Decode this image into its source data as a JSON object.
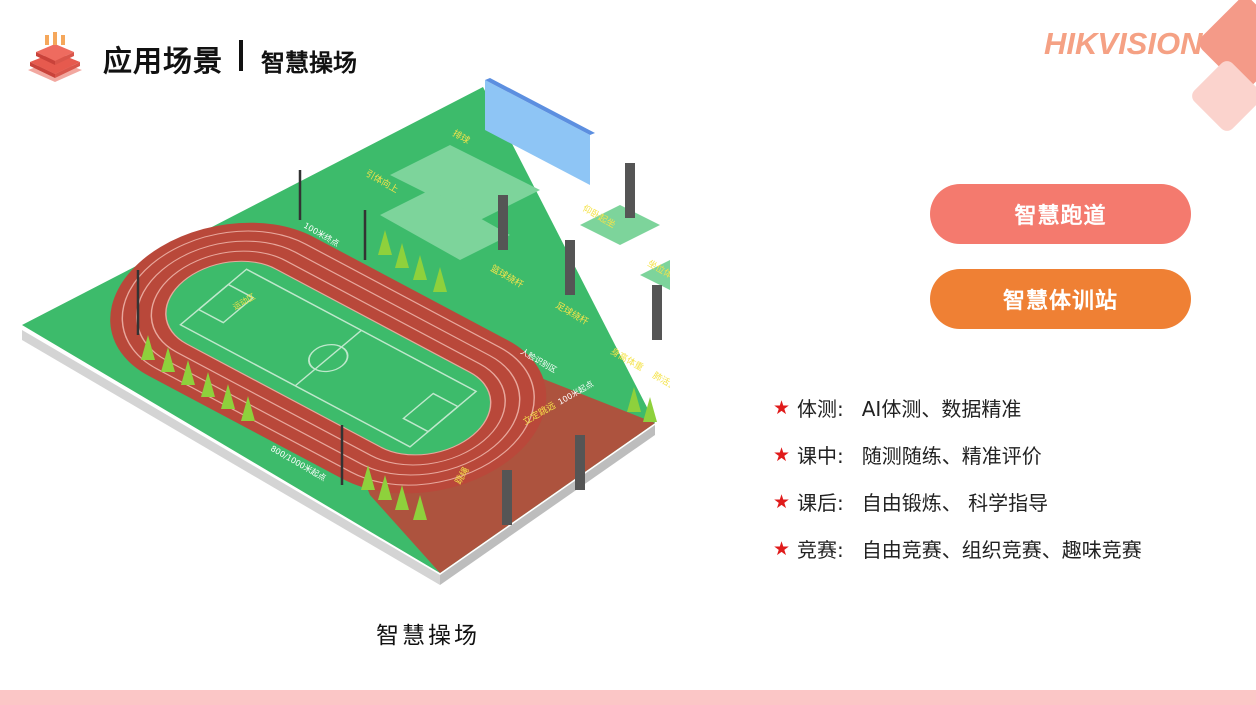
{
  "header": {
    "title": "应用场景",
    "subtitle": "智慧操场"
  },
  "brand": {
    "name": "HIKVISION",
    "color": "#f5a184"
  },
  "scene": {
    "labels": {
      "pullup": "引体向上",
      "tennis": "排球",
      "situp": "仰卧起坐",
      "sitreach": "坐位体前屈",
      "ropeskip": "跳绳",
      "basketball": "篮球绕杆",
      "football": "足球绕杆",
      "height": "身高体重",
      "vital": "肺活量",
      "finish100": "100米终点",
      "start100": "100米起点",
      "start800": "800/1000米起点",
      "jump": "立定跳远",
      "ropeskip2": "跳绳",
      "zone": "人脸识别区",
      "track": "运动区"
    }
  },
  "buttons": {
    "smart_track": "智慧跑道",
    "smart_station": "智慧体训站"
  },
  "features": [
    {
      "label": "体测:",
      "value": "AI体测、数据精准"
    },
    {
      "label": "课中:",
      "value": "随测随练、精准评价"
    },
    {
      "label": "课后:",
      "value": "自由锻炼、 科学指导"
    },
    {
      "label": "竞赛:",
      "value": "自由竞赛、组织竞赛、趣味竞赛"
    }
  ],
  "caption": "智慧操场",
  "colors": {
    "accent_red": "#f47a6e",
    "accent_orange": "#ef8034",
    "star": "#e01b1b",
    "field_green": "#3dbb6b",
    "track_red": "#b9483a"
  }
}
